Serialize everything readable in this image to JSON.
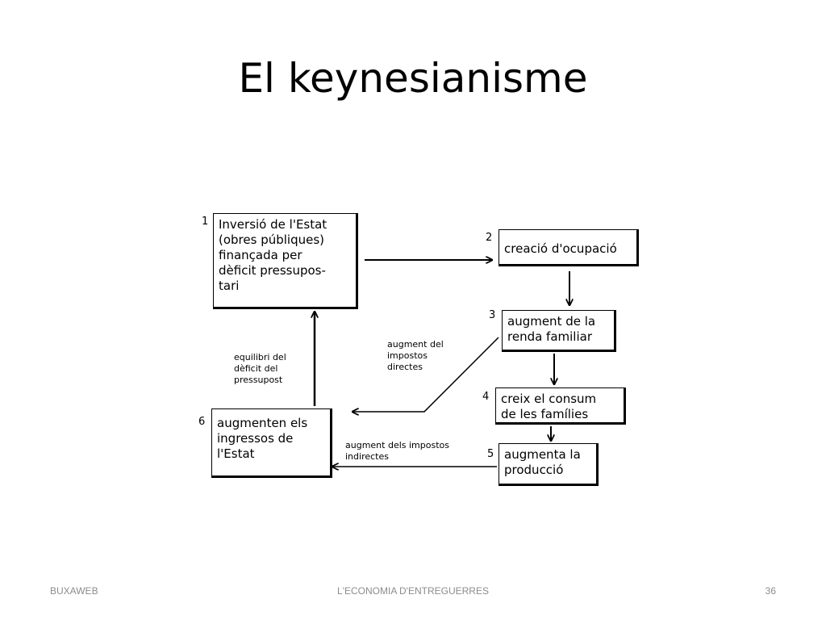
{
  "slide": {
    "title": "El keynesianisme",
    "footer_left": "BUXAWEB",
    "footer_center": "L'ECONOMIA D'ENTREGUERRES",
    "page_number": "36"
  },
  "diagram": {
    "nodes": [
      {
        "num": "1",
        "text": "Inversió de l'Estat\n(obres públiques)\nfinançada per\ndèficit pressupos-\ntari"
      },
      {
        "num": "2",
        "text": "creació d'ocupació"
      },
      {
        "num": "3",
        "text": "augment de la\nrenda familiar"
      },
      {
        "num": "4",
        "text": "creix el consum\nde les famílies"
      },
      {
        "num": "5",
        "text": "augmenta la\nproducció"
      },
      {
        "num": "6",
        "text": "augmenten els\ningressos de\nl'Estat"
      }
    ],
    "edge_labels": {
      "direct_taxes": "augment del\nimpostos\ndirectes",
      "indirect_taxes": "augment dels impostos\nindirectes",
      "deficit_balance": "equilibri del\ndèficit del\npressupost"
    }
  }
}
